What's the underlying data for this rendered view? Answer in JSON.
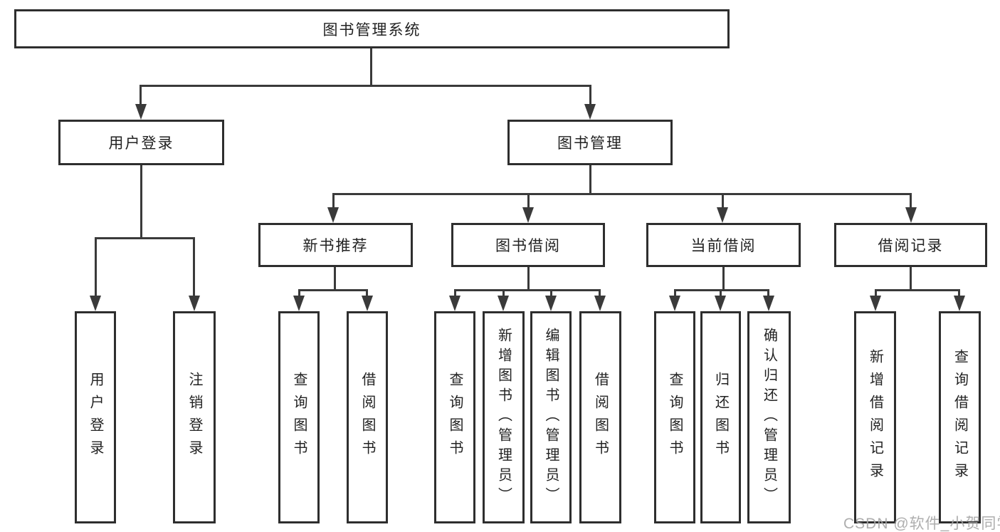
{
  "diagram": {
    "title": "图书管理系统",
    "level2": [
      {
        "label": "用户登录",
        "children": [
          {
            "label": "用户登录"
          },
          {
            "label": "注销登录"
          }
        ]
      },
      {
        "label": "图书管理"
      }
    ],
    "level3": [
      {
        "label": "新书推荐",
        "children": [
          {
            "label": "查询图书"
          },
          {
            "label": "借阅图书"
          }
        ]
      },
      {
        "label": "图书借阅",
        "children": [
          {
            "label": "查询图书"
          },
          {
            "label": "新增图书（管理员）"
          },
          {
            "label": "编辑图书（管理员）"
          },
          {
            "label": "借阅图书"
          }
        ]
      },
      {
        "label": "当前借阅",
        "children": [
          {
            "label": "查询图书"
          },
          {
            "label": "归还图书"
          },
          {
            "label": "确认归还（管理员）"
          }
        ]
      },
      {
        "label": "借阅记录",
        "children": [
          {
            "label": "新增借阅记录"
          },
          {
            "label": "查询借阅记录"
          }
        ]
      }
    ]
  },
  "watermark": {
    "text": "CSDN @软件_小贺同学"
  },
  "colors": {
    "line": "#3a3a3a",
    "border": "#2e2e2e",
    "text": "#222222",
    "watermark_gray": "#a5a5a5"
  }
}
